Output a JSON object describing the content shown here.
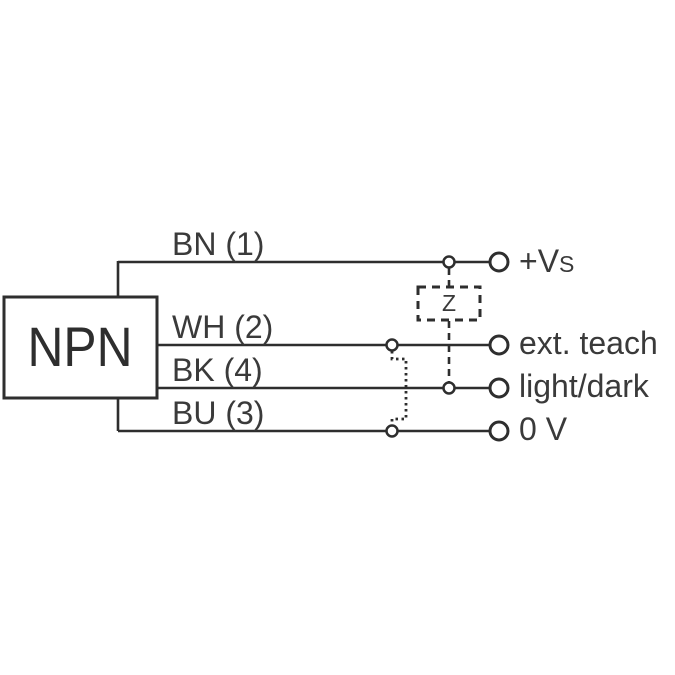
{
  "diagram": {
    "title": "NPN sensor wiring connection diagram",
    "device": {
      "label": "NPN"
    },
    "load": {
      "label": "Z"
    },
    "wires": [
      {
        "id": "bn",
        "label": "BN (1)",
        "terminal": "+Vs"
      },
      {
        "id": "wh",
        "label": "WH (2)",
        "terminal": "ext. teach"
      },
      {
        "id": "bk",
        "label": "BK (4)",
        "terminal": "light/dark"
      },
      {
        "id": "bu",
        "label": "BU (3)",
        "terminal": "0 V"
      }
    ],
    "terminals": {
      "vs_main": "+V",
      "vs_sub": "S",
      "ext_teach": "ext. teach",
      "light_dark": "light/dark",
      "zero_v": "0 V"
    },
    "colors": {
      "line": "#2e2e2e",
      "text": "#3a3a3a",
      "background": "#ffffff"
    }
  }
}
